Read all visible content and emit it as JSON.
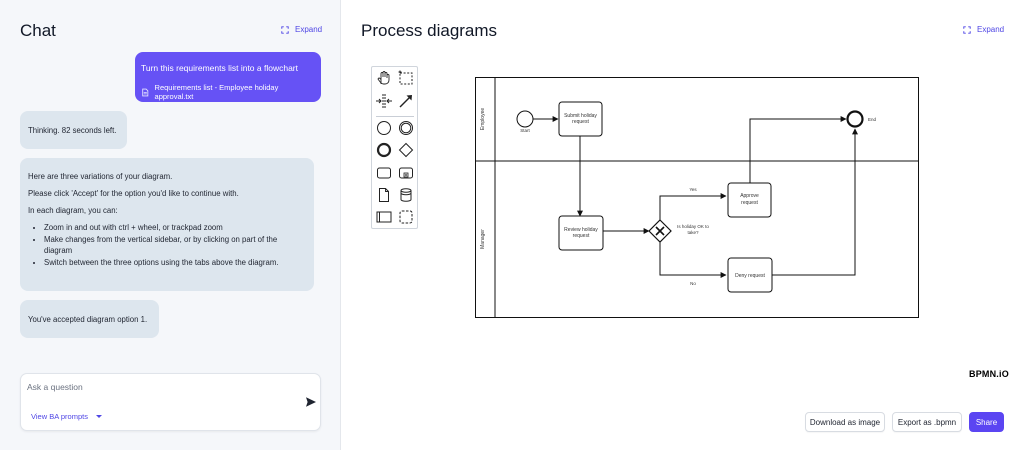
{
  "chat": {
    "title": "Chat",
    "expand_label": "Expand",
    "user_message": {
      "text": "Turn this requirements list into a flowchart",
      "attachment": "Requirements list - Employee holiday approval.txt"
    },
    "bot_thinking": "Thinking. 82 seconds left.",
    "bot_reply": {
      "intro": "Here are three variations of your diagram.",
      "instruction": "Please click 'Accept' for the option you'd like to continue with.",
      "lead": "In each diagram, you can:",
      "bullets": [
        "Zoom in and out with ctrl + wheel, or trackpad zoom",
        "Make changes from the vertical sidebar, or by clicking on part of the diagram",
        "Switch between the three options using the tabs above the diagram."
      ]
    },
    "bot_accepted": "You've accepted diagram option 1.",
    "input_placeholder": "Ask a question",
    "prompts_label": "View BA prompts"
  },
  "diagram_panel": {
    "title": "Process diagrams",
    "expand_label": "Expand",
    "palette_tools": [
      "hand-tool",
      "lasso-tool",
      "space-tool",
      "connect-tool",
      "start-event",
      "intermediate-event",
      "end-event",
      "gateway",
      "task",
      "subprocess",
      "data-object",
      "data-store",
      "pool",
      "group"
    ],
    "diagram": {
      "lanes": [
        "Employee",
        "Manager"
      ],
      "start_label": "Start",
      "end_label": "End",
      "task_submit_line1": "Submit holiday",
      "task_submit_line2": "request",
      "task_review_line1": "Review holiday",
      "task_review_line2": "request",
      "gateway_line1": "Is holiday OK to",
      "gateway_line2": "take?",
      "yes_label": "Yes",
      "no_label": "No",
      "task_approve_line1": "Approve",
      "task_approve_line2": "request",
      "task_deny": "Deny request"
    },
    "logo": "BPMN.iO",
    "download_label": "Download as image",
    "export_label": "Export as .bpmn",
    "share_label": "Share",
    "colors": {
      "accent": "#5b45f2",
      "user_bubble": "#6652f5",
      "bot_bubble": "#dde6ee"
    }
  }
}
